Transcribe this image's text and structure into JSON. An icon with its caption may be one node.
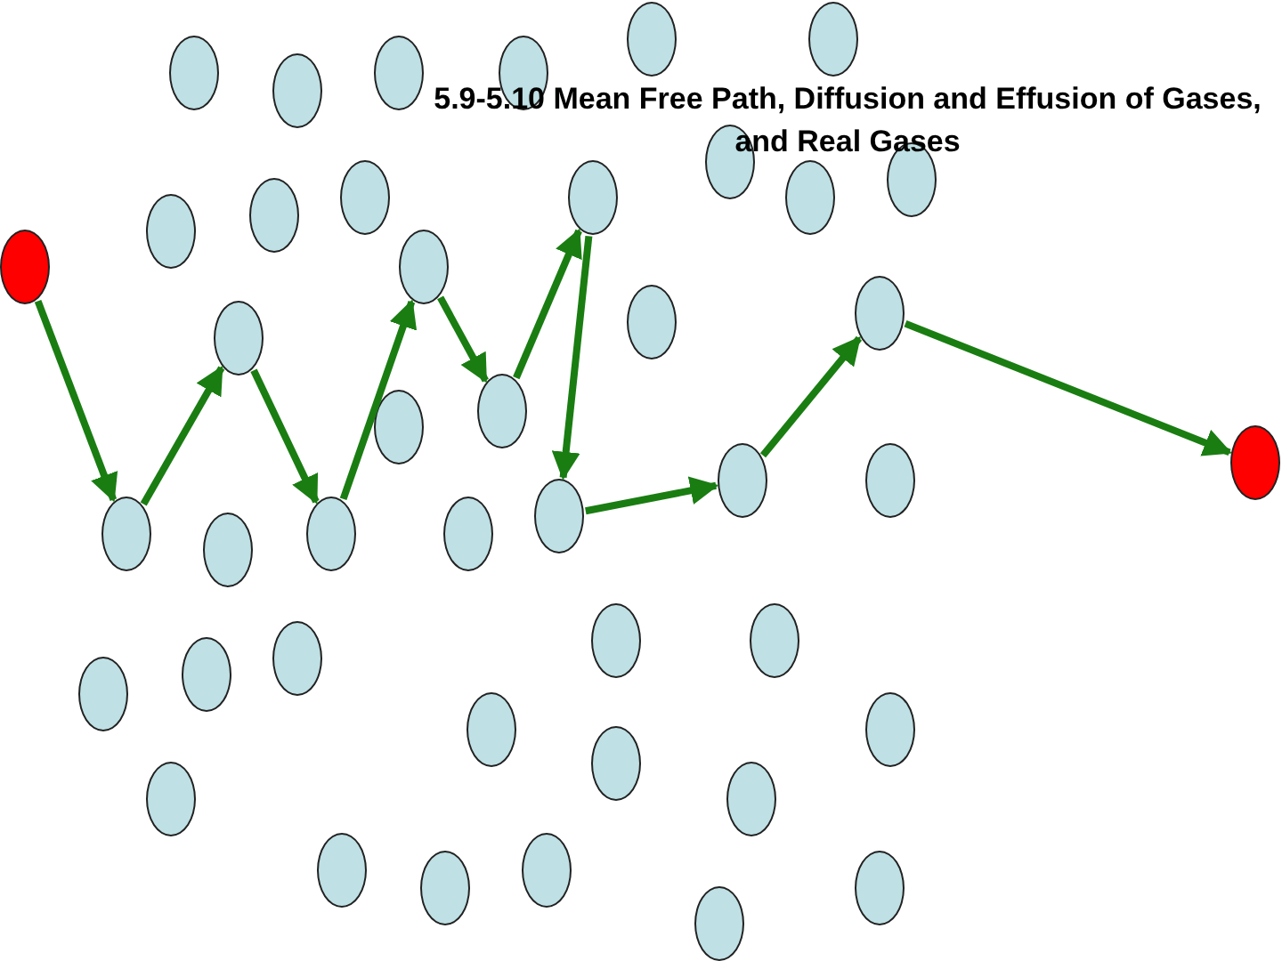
{
  "diagram": {
    "title": "5.9-5.10 Mean Free Path, Diffusion and Effusion of Gases, and Real Gases",
    "nodes": [
      {
        "text": [],
        "shape": "ellipse"
      },
      {
        "text": [],
        "shape": "ellipse"
      },
      {
        "text": [],
        "shape": "ellipse"
      },
      {
        "text": [],
        "shape": "ellipse"
      },
      {
        "text": [],
        "shape": "ellipse"
      },
      {
        "text": [],
        "shape": "ellipse"
      },
      {
        "text": [],
        "shape": "ellipse"
      },
      {
        "text": [],
        "shape": "ellipse"
      },
      {
        "text": [],
        "shape": "ellipse"
      },
      {
        "text": [],
        "shape": "ellipse"
      },
      {
        "text": [],
        "shape": "ellipse"
      },
      {
        "text": [],
        "shape": "ellipse"
      },
      {
        "text": [],
        "shape": "ellipse"
      },
      {
        "text": [],
        "shape": "ellipse"
      },
      {
        "text": [],
        "shape": "ellipse"
      },
      {
        "text": [],
        "shape": "ellipse"
      },
      {
        "text": [],
        "shape": "ellipse"
      },
      {
        "text": [],
        "shape": "ellipse"
      },
      {
        "text": [],
        "shape": "ellipse"
      },
      {
        "text": [],
        "shape": "ellipse"
      },
      {
        "text": [],
        "shape": "ellipse"
      },
      {
        "text": [],
        "shape": "ellipse"
      },
      {
        "text": [],
        "shape": "ellipse"
      },
      {
        "text": [],
        "shape": "ellipse"
      },
      {
        "text": [],
        "shape": "ellipse"
      },
      {
        "text": [],
        "shape": "ellipse"
      },
      {
        "text": [],
        "shape": "ellipse"
      },
      {
        "text": [],
        "shape": "ellipse"
      },
      {
        "text": [],
        "shape": "ellipse"
      },
      {
        "text": [],
        "shape": "ellipse"
      },
      {
        "text": [],
        "shape": "ellipse"
      },
      {
        "text": [],
        "shape": "ellipse"
      },
      {
        "text": [],
        "shape": "ellipse"
      },
      {
        "text": [],
        "shape": "ellipse"
      },
      {
        "text": [],
        "shape": "ellipse"
      },
      {
        "text": [],
        "shape": "ellipse"
      },
      {
        "text": [],
        "shape": "ellipse"
      },
      {
        "text": [],
        "shape": "ellipse"
      },
      {
        "text": [],
        "shape": "ellipse"
      },
      {
        "text": [],
        "shape": "ellipse"
      },
      {
        "text": [],
        "shape": "ellipse"
      },
      {
        "text": [],
        "shape": "ellipse"
      },
      {
        "text": [],
        "shape": "ellipse"
      }
    ],
    "edges": [
      {
        "from": 13,
        "to": 24,
        "arrow": "to"
      },
      {
        "from": 24,
        "to": 17,
        "arrow": "to"
      },
      {
        "from": 17,
        "to": 25,
        "arrow": "to"
      },
      {
        "from": 25,
        "to": 14,
        "arrow": "to"
      },
      {
        "from": 14,
        "to": 18,
        "arrow": "to"
      },
      {
        "from": 18,
        "to": 9,
        "arrow": "to"
      },
      {
        "from": 9,
        "to": 23,
        "arrow": "to"
      },
      {
        "from": 23,
        "to": 21,
        "arrow": "to"
      },
      {
        "from": 21,
        "to": 15,
        "arrow": "to"
      },
      {
        "from": 15,
        "to": 20,
        "arrow": "to"
      }
    ]
  }
}
